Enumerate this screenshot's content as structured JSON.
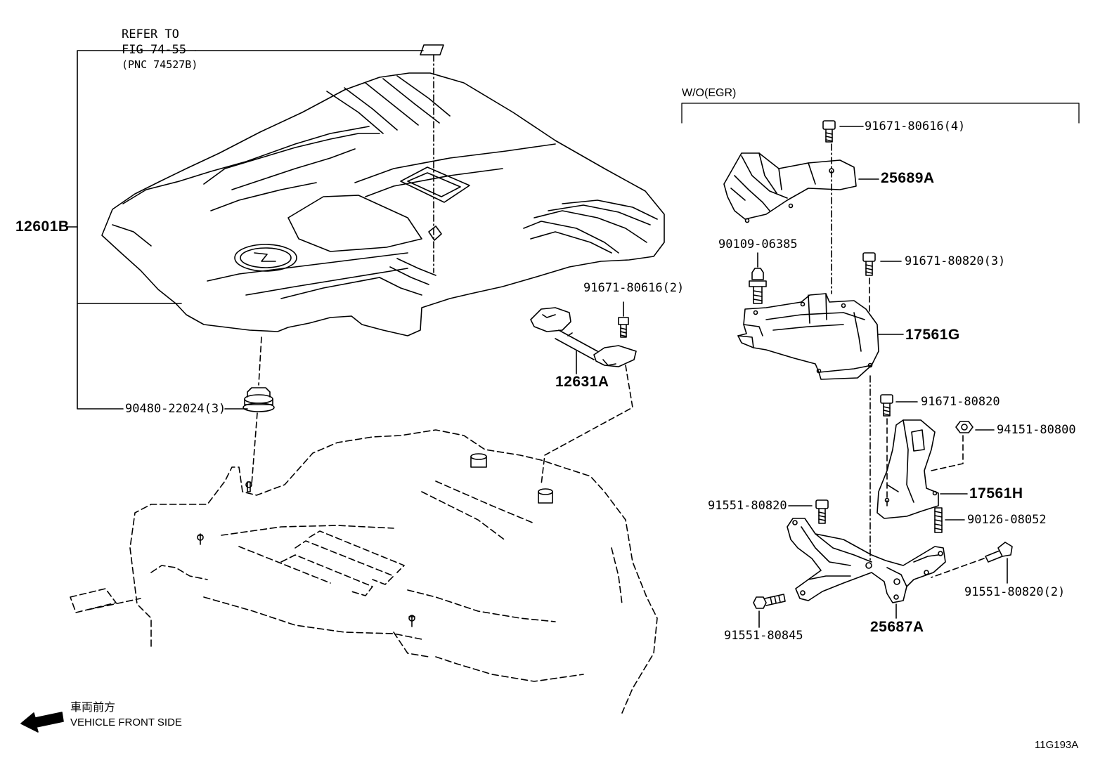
{
  "refer_note": {
    "line1": "REFER TO",
    "line2": "FIG 74-55",
    "line3": "(PNC 74527B)"
  },
  "section_label": "W/O(EGR)",
  "parts": {
    "p12601B": "12601B",
    "p90480": "90480-22024(3)",
    "p91671_80616_2": "91671-80616(2)",
    "p12631A": "12631A",
    "p91671_80616_4": "91671-80616(4)",
    "p25689A": "25689A",
    "p90109": "90109-06385",
    "p91671_80820_3": "91671-80820(3)",
    "p17561G": "17561G",
    "p91671_80820": "91671-80820",
    "p94151": "94151-80800",
    "p17561H": "17561H",
    "p91551_80820": "91551-80820",
    "p90126": "90126-08052",
    "p91551_80820_2": "91551-80820(2)",
    "p91551_80845": "91551-80845",
    "p25687A": "25687A"
  },
  "front_indicator": {
    "jp": "車両前方",
    "en": "VEHICLE FRONT SIDE"
  },
  "figure_id": "11G193A"
}
